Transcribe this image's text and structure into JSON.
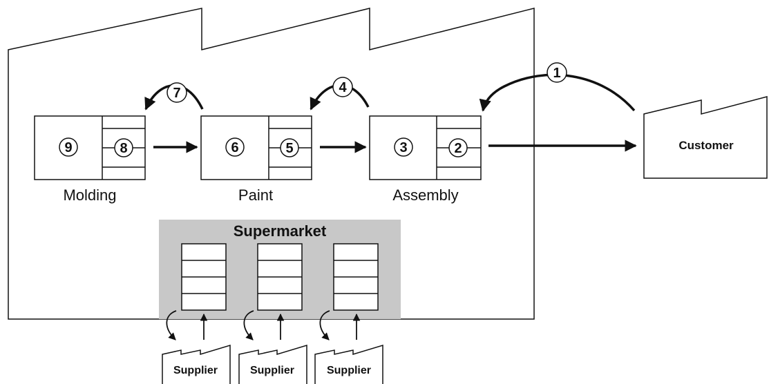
{
  "steps": {
    "s1": "1",
    "s2": "2",
    "s3": "3",
    "s4": "4",
    "s5": "5",
    "s6": "6",
    "s7": "7",
    "s8": "8",
    "s9": "9"
  },
  "processes": {
    "molding": "Molding",
    "paint": "Paint",
    "assembly": "Assembly"
  },
  "supermarket": {
    "title": "Supermarket"
  },
  "customer": {
    "label": "Customer"
  },
  "suppliers": [
    "Supplier",
    "Supplier",
    "Supplier"
  ],
  "colors": {
    "line": "#111111",
    "supermarket_fill": "#c8c8c8",
    "background": "#ffffff"
  }
}
